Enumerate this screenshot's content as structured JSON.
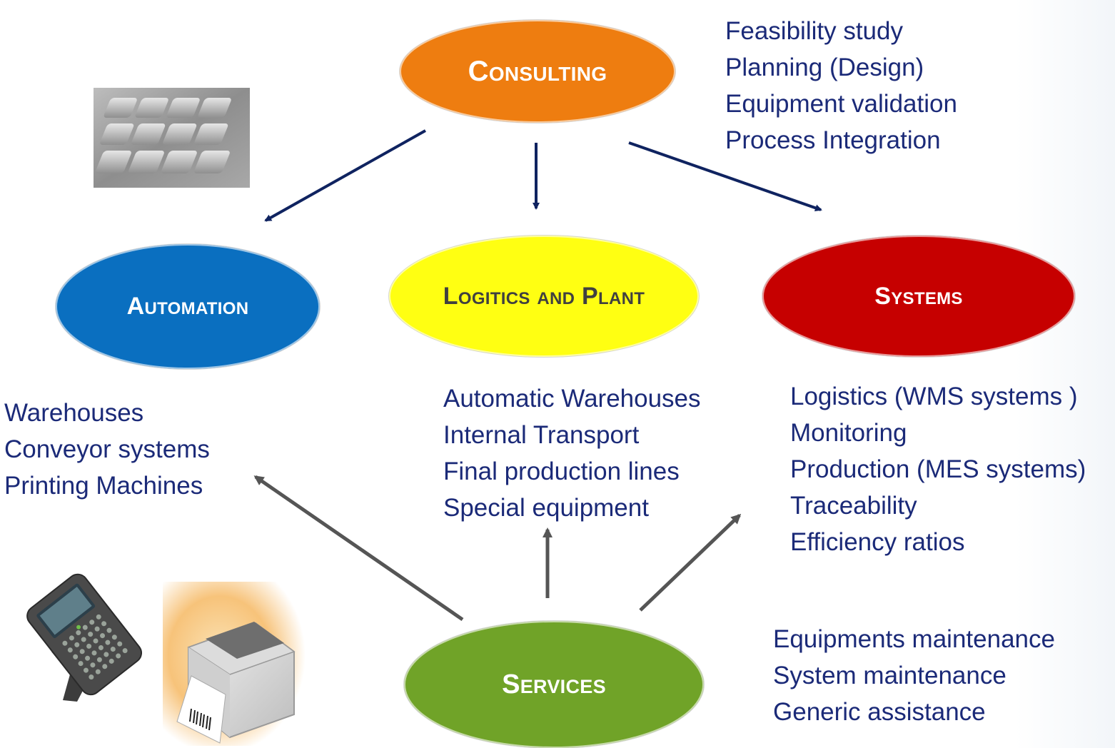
{
  "nodes": {
    "consulting": {
      "label": "Consulting",
      "color": "#ee7d10"
    },
    "automation": {
      "label": "Automation",
      "color": "#0a6fc0"
    },
    "logistics": {
      "label": "Logitics and Plant",
      "color": "#ffff12"
    },
    "systems": {
      "label": "Systems",
      "color": "#c60000"
    },
    "services": {
      "label": "Services",
      "color": "#70a328"
    }
  },
  "lists": {
    "consulting": [
      "Feasibility study",
      "Planning (Design)",
      "Equipment validation",
      "Process Integration"
    ],
    "automation": [
      "Warehouses",
      "Conveyor systems",
      "Printing Machines"
    ],
    "logistics": [
      "Automatic Warehouses",
      "Internal Transport",
      "Final production lines",
      "Special equipment"
    ],
    "systems": [
      "Logistics (WMS systems )",
      "Monitoring",
      "Production (MES systems)",
      "Traceability",
      "Efficiency ratios"
    ],
    "services": [
      "Equipments maintenance",
      "System maintenance",
      "Generic assistance"
    ]
  },
  "edges": [
    {
      "from": "consulting",
      "to": "automation",
      "color": "#0f2360"
    },
    {
      "from": "consulting",
      "to": "logistics",
      "color": "#0f2360"
    },
    {
      "from": "consulting",
      "to": "systems",
      "color": "#0f2360"
    },
    {
      "from": "services",
      "to": "automation",
      "color": "#555555"
    },
    {
      "from": "services",
      "to": "logistics",
      "color": "#555555"
    },
    {
      "from": "services",
      "to": "systems",
      "color": "#555555"
    }
  ],
  "images": {
    "keyboard": "keyboard photo",
    "scanner": "handheld scanner photo",
    "printer": "label printer photo"
  },
  "text_color": "#1b2a78"
}
